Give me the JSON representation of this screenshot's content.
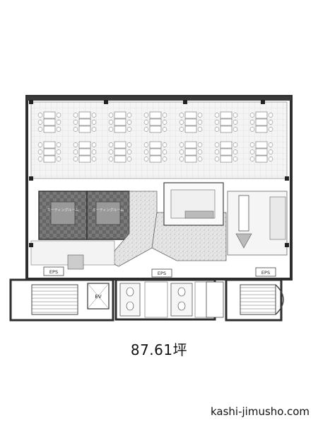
{
  "floor_area": "87.61坪",
  "site_url": "kashi-jimusho.com",
  "labels": {
    "eps": "EPS",
    "ev": "EV",
    "meeting_room": "ミーティングルーム"
  },
  "colors": {
    "wall": "#3a3a3a",
    "dark_room": "#6e6e6e",
    "speckle_floor": "#d9d9d9",
    "line": "#555555"
  }
}
